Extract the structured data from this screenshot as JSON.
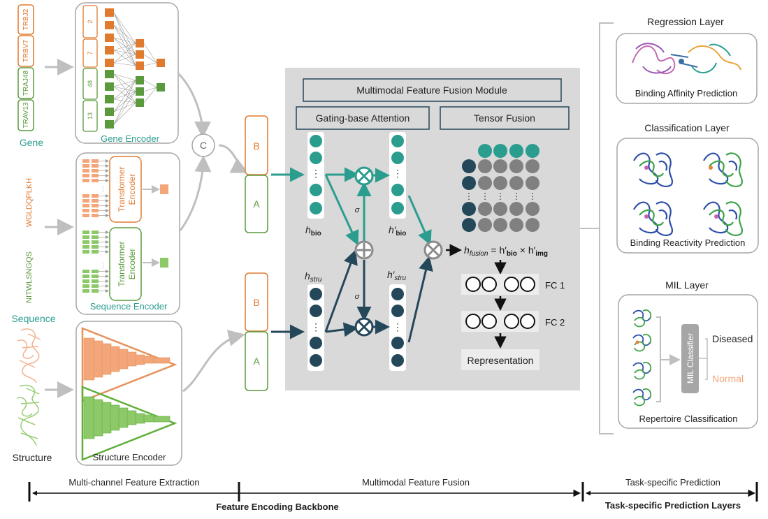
{
  "gene": {
    "labels": [
      "TRBJ2",
      "TRBV7",
      "TRAJ48",
      "TRAV13"
    ],
    "numbers": [
      "2",
      "7",
      "48",
      "13"
    ],
    "caption": "Gene",
    "encoder": "Gene Encoder"
  },
  "sequence": {
    "beta": "WGLDQPLKH",
    "alpha": "NITWLSNGQS",
    "caption": "Sequence",
    "transformer": "Transformer Encoder",
    "transformer_line1": "Transformer",
    "transformer_line2": "Encoder",
    "encoder": "Sequence Encoder"
  },
  "structure": {
    "caption": "Structure",
    "encoder": "Structure Encoder"
  },
  "concat": "C",
  "chains": {
    "b": "B",
    "a": "A"
  },
  "fusion": {
    "title": "Multimodal Feature Fusion Module",
    "gating": "Gating-base Attention",
    "tensor": "Tensor Fusion",
    "h_bio": "h",
    "h_bio_sub": "bio",
    "h_bio_prime": "h′",
    "h_stru": "h",
    "h_stru_sub": "stru",
    "sigma": "σ",
    "fusion_eq": "h",
    "fusion_sub": "fusion",
    "fusion_rhs": " = h′",
    "fusion_rhs_sub1": "bio",
    "fusion_times": " × h′",
    "fusion_rhs_sub2": "img",
    "fc1": "FC 1",
    "fc2": "FC 2",
    "representation": "Representation"
  },
  "tasks": {
    "regression_title": "Regression Layer",
    "regression_caption": "Binding Affinity Prediction",
    "classification_title": "Classification Layer",
    "classification_caption": "Binding Reactivity Prediction",
    "mil_title": "MIL Layer",
    "mil_classifier": "MIL Classifier",
    "diseased": "Diseased",
    "normal": "Normal",
    "repertoire": "Repertoire Classification"
  },
  "footer": {
    "extraction": "Multi-channel Feature Extraction",
    "fusion": "Multimodal Feature Fusion",
    "task": "Task-specific Prediction",
    "backbone": "Feature Encoding Backbone",
    "prediction_layers": "Task-specific Prediction Layers"
  },
  "colors": {
    "orange": "#e07a2e",
    "green": "#5a9a3c",
    "light_orange": "#f2a67a",
    "light_green": "#8dc968",
    "teal": "#2a9d8f",
    "navy": "#25475a",
    "gray_bg": "#d9d9d9",
    "gray_line": "#bfbfbf"
  }
}
